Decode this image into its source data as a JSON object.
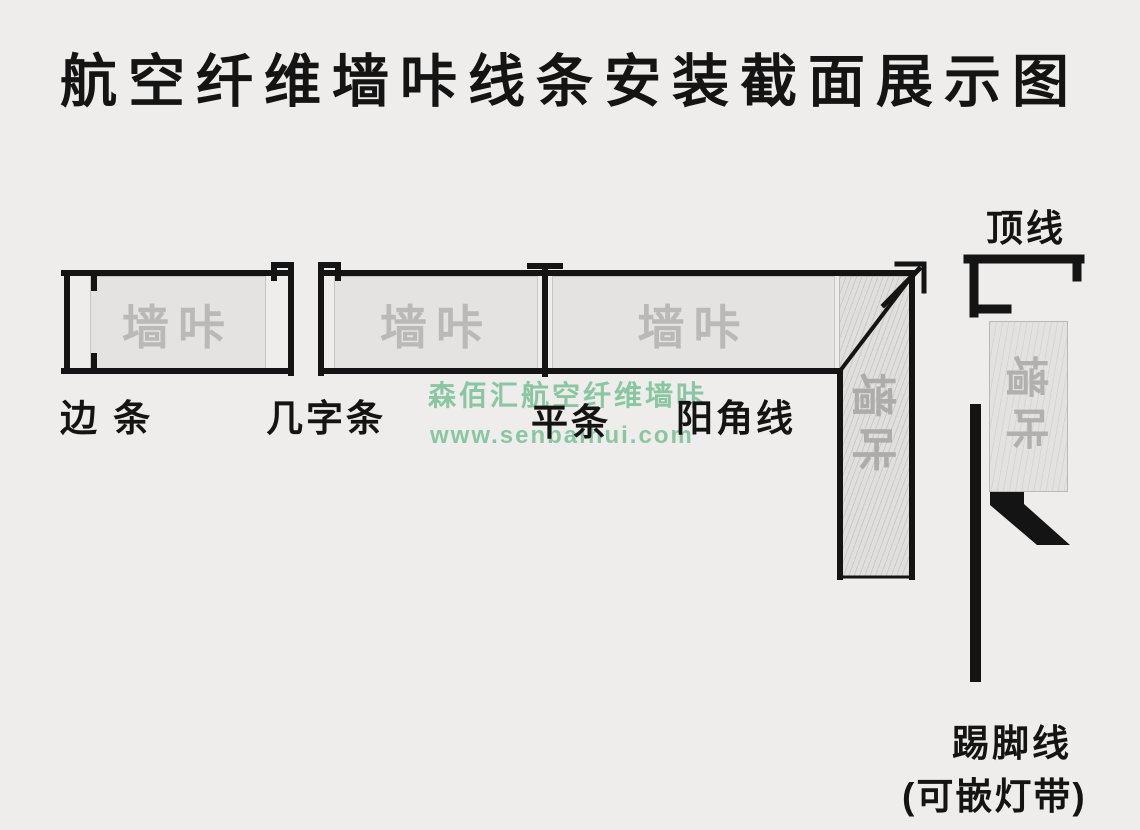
{
  "title": "航空纤维墙咔线条安装截面展示图",
  "panel_text": "墙咔",
  "labels": {
    "edge_strip": "边 条",
    "ji_strip": "几字条",
    "flat_strip": "平条",
    "outer_corner": "阳角线",
    "crown": "顶线",
    "skirting": "踢脚线",
    "skirting_note": "(可嵌灯带)"
  },
  "watermark": {
    "line1": "森佰汇航空纤维墙咔",
    "line2": "www.senbaihui.com"
  },
  "colors": {
    "background": "#eeedeb",
    "ink": "#141414",
    "panel_fill": "#e4e3e1",
    "panel_text": "#bab9b7",
    "watermark_green": "#89c7a1"
  }
}
